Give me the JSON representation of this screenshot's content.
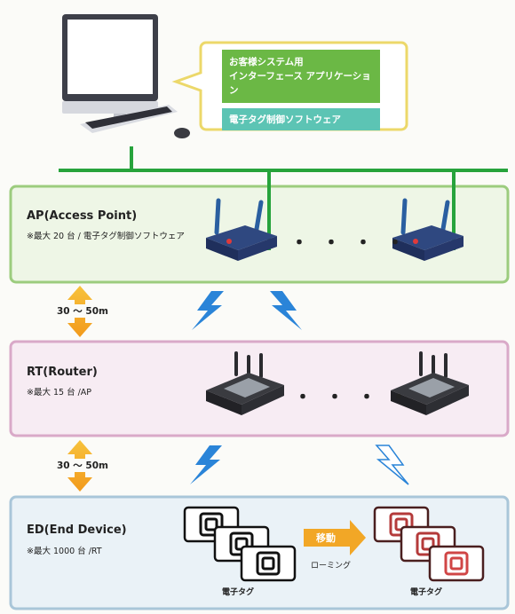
{
  "app": {
    "line1": "お客様システム用",
    "line2": "インターフェース アプリケーション",
    "line3": "電子タグ制御ソフトウェア"
  },
  "ap": {
    "title": "AP(Access Point)",
    "note": "※最大 20 台 / 電子タグ制御ソフトウェア"
  },
  "rt": {
    "title": "RT(Router)",
    "note": "※最大 15 台 /AP"
  },
  "ed": {
    "title": "ED(End Device)",
    "note": "※最大 1000 台 /RT"
  },
  "distance1": "30 ～ 50m",
  "distance2": "30 ～ 50m",
  "dots": "・・・・",
  "move_label": "移動",
  "roaming_label": "ローミング",
  "tag_label_left": "電子タグ",
  "tag_label_right": "電子タグ",
  "colors": {
    "ap_border": "#9ccc7e",
    "ap_fill": "#eef6e6",
    "rt_border": "#d9a9c8",
    "rt_fill": "#f7ecf3",
    "ed_border": "#a9c6d9",
    "ed_fill": "#eaf2f7",
    "network": "#27a33c",
    "bolt": "#2a84d8",
    "arrow": "#f2a726"
  }
}
